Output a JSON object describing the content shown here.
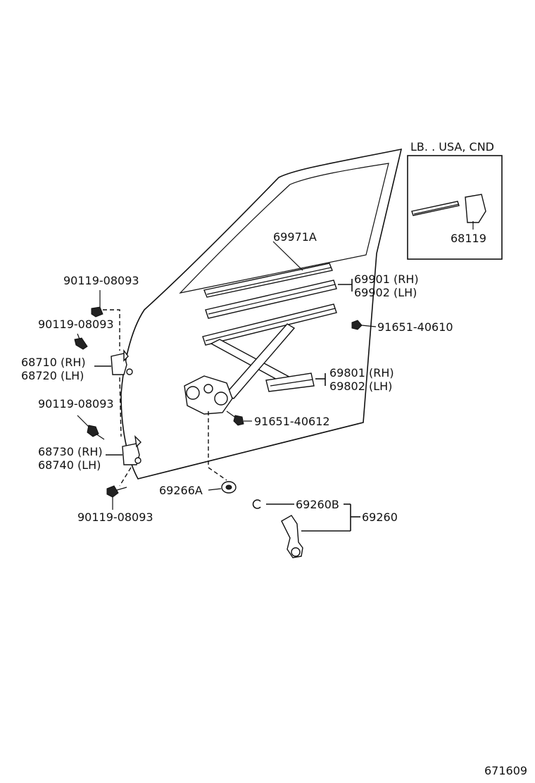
{
  "inset": {
    "title": "LB. . USA, CND",
    "part": "68119"
  },
  "labels": {
    "glass_channel": "69971A",
    "run_rh": "69901 (RH)",
    "run_lh": "69902 (LH)",
    "bolt_9165140610": "91651-40610",
    "regulator_rh": "69801 (RH)",
    "regulator_lh": "69802 (LH)",
    "bolt_9165140612": "91651-40612",
    "bolt_a": "90119-08093",
    "bolt_b": "90119-08093",
    "upper_hinge_rh": "68710 (RH)",
    "upper_hinge_lh": "68720 (LH)",
    "bolt_c": "90119-08093",
    "lower_hinge_rh": "68730 (RH)",
    "lower_hinge_lh": "68740 (LH)",
    "bolt_d": "90119-08093",
    "cushion": "69266A",
    "snap_ring": "69260B",
    "handle": "69260",
    "diagram_id": "671609"
  }
}
